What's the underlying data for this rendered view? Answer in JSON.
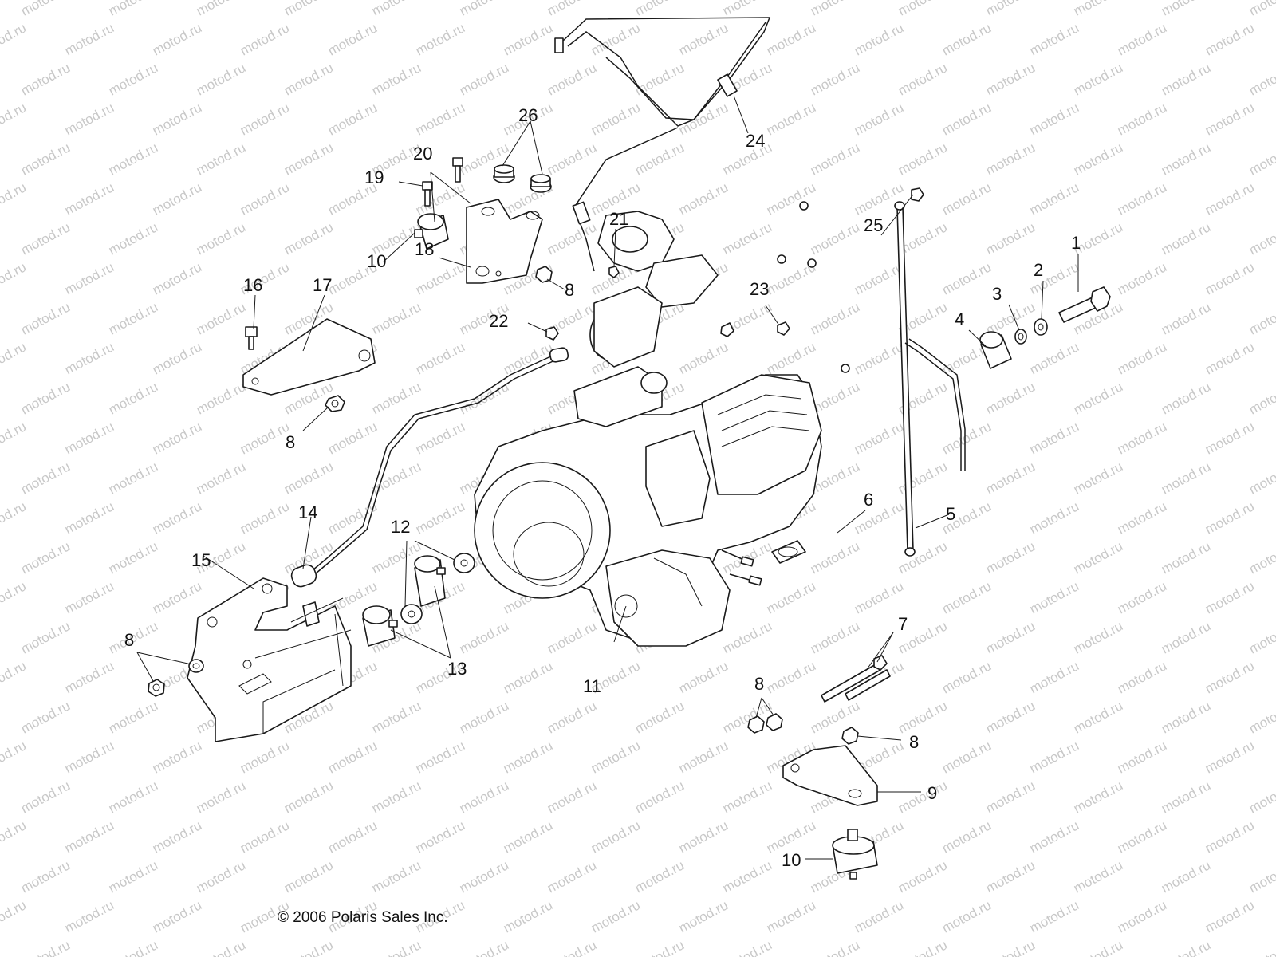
{
  "diagram": {
    "watermark_text": "motod.ru",
    "copyright": "© 2006 Polaris Sales Inc.",
    "callouts": {
      "c1": "1",
      "c2": "2",
      "c3": "3",
      "c4": "4",
      "c5": "5",
      "c6": "6",
      "c7": "7",
      "c8a": "8",
      "c8b": "8",
      "c8c": "8",
      "c8d": "8",
      "c8e": "8",
      "c9": "9",
      "c10a": "10",
      "c10b": "10",
      "c11": "11",
      "c12": "12",
      "c13": "13",
      "c14": "14",
      "c15": "15",
      "c16": "16",
      "c17": "17",
      "c18": "18",
      "c19": "19",
      "c20": "20",
      "c21": "21",
      "c22": "22",
      "c23": "23",
      "c24": "24",
      "c25": "25",
      "c26": "26"
    }
  }
}
